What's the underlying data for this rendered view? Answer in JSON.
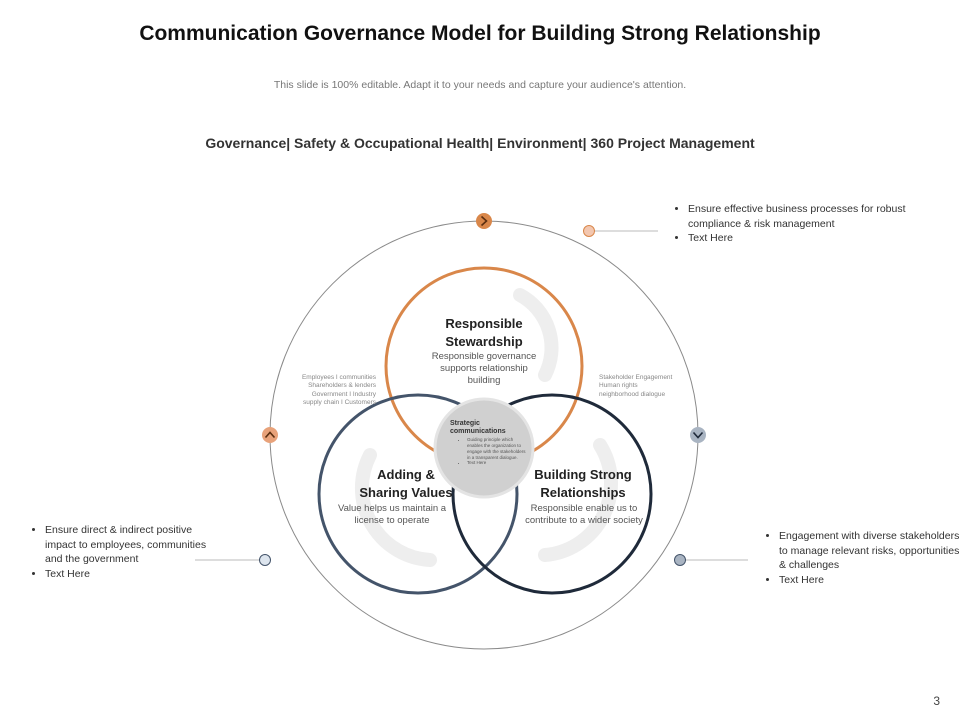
{
  "title": "Communication Governance Model for Building Strong Relationship",
  "subtitle": "This slide is 100% editable. Adapt it to your needs and capture your audience's attention.",
  "heading": "Governance| Safety & Occupational Health| Environment| 360 Project Management",
  "page_number": "3",
  "circles": {
    "top": {
      "title_line1": "Responsible",
      "title_line2": "Stewardship",
      "description": "Responsible governance supports relationship building",
      "color": "#D9874A"
    },
    "left": {
      "title_line1": "Adding &",
      "title_line2": "Sharing Values",
      "description": "Value helps us maintain a license to operate",
      "color": "#44546A"
    },
    "right": {
      "title_line1": "Building Strong",
      "title_line2": "Relationships",
      "description": "Responsible enable us to contribute to a wider society",
      "color": "#1F2A3A"
    }
  },
  "center": {
    "title_line1": "Strategic",
    "title_line2": "communications",
    "items": [
      "Guiding principle which enables the organization to engage with the stakeholders in a transparent dialogue.",
      "Text Here"
    ]
  },
  "side_notes": {
    "left": [
      "Employees I communities",
      "Shareholders & lenders",
      "Government I Industry",
      "supply chain I Customers"
    ],
    "right": [
      "Stakeholder Engagement",
      "Human rights",
      "neighborhood dialogue"
    ]
  },
  "callouts": {
    "top_right": [
      "Ensure effective business processes for robust compliance & risk management",
      "Text Here"
    ],
    "bottom_left": [
      "Ensure direct & indirect positive impact to employees, communities and the government",
      "Text Here"
    ],
    "bottom_right": [
      "Engagement with diverse stakeholders to manage relevant risks, opportunities & challenges",
      "Text Here"
    ]
  },
  "icons": {
    "top_marker": "chevron-right-icon",
    "left_marker": "chevron-up-icon",
    "right_marker": "chevron-down-icon"
  },
  "colors": {
    "orange": "#D9874A",
    "slate": "#44546A",
    "navy": "#1F2A3A",
    "outer_ring": "#8A8A8A",
    "center_disc": "#D0D0D0"
  }
}
